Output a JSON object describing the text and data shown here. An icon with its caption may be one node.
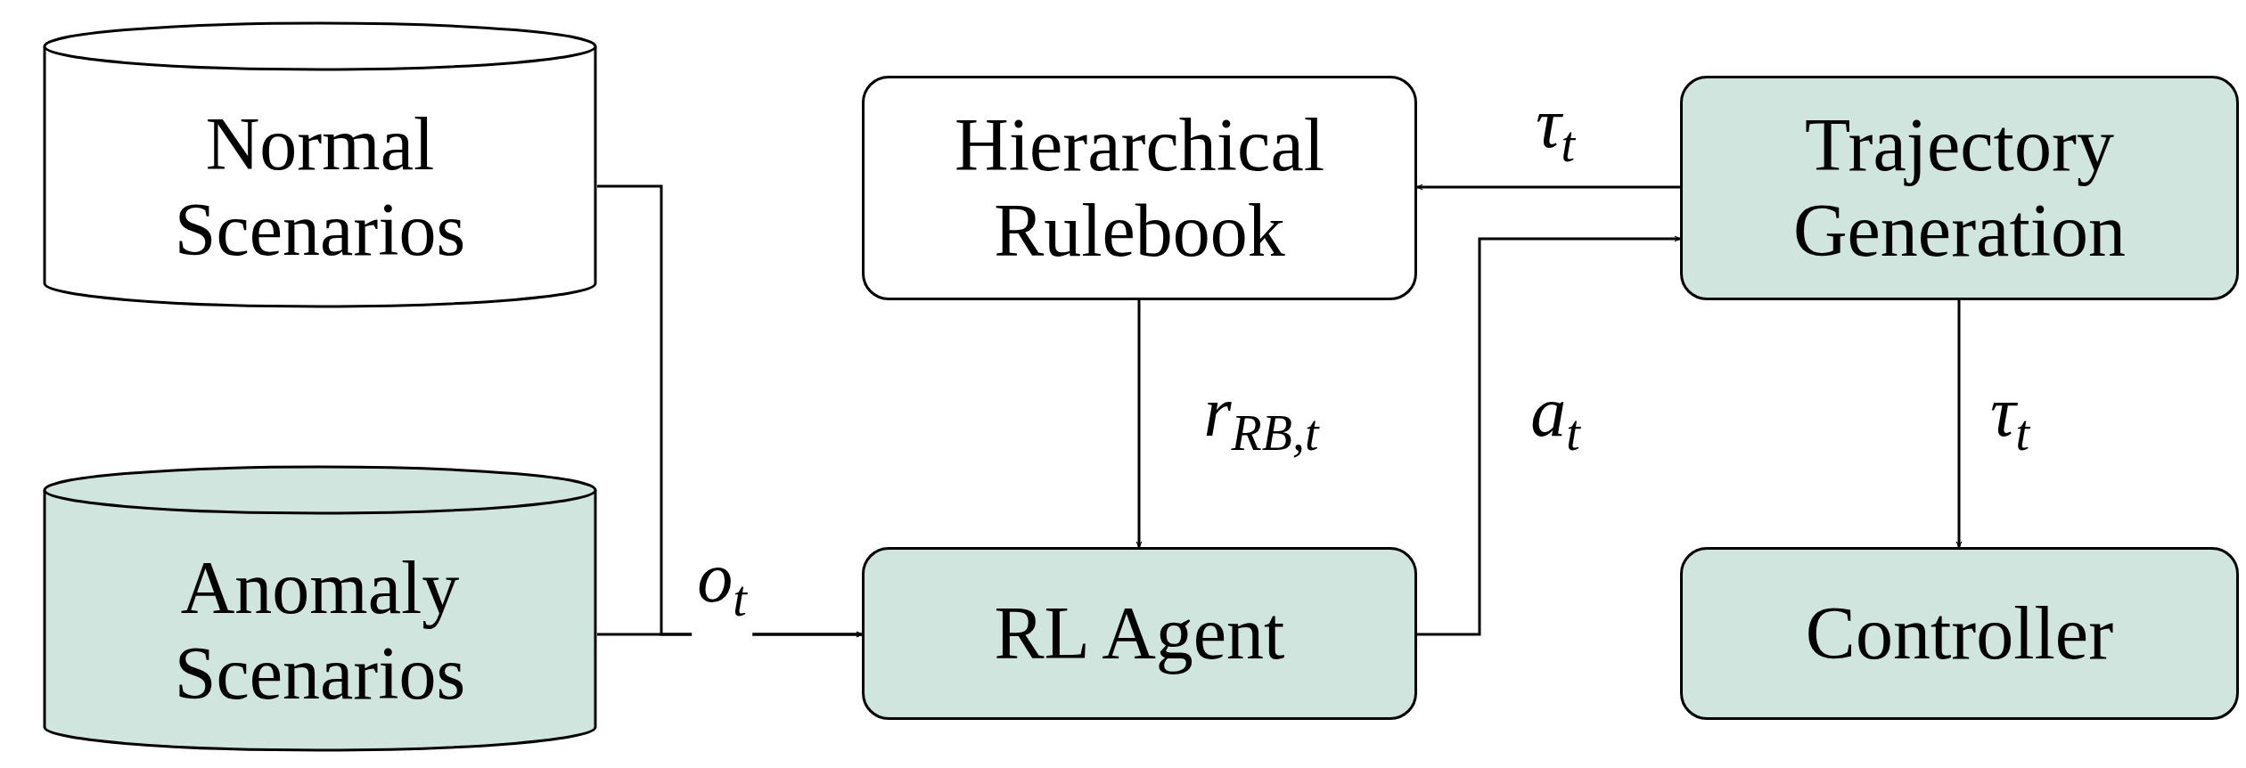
{
  "diagram": {
    "nodes": [
      {
        "text": [
          "Normal Scenarios"
        ]
      },
      {
        "text": [
          "Anomaly Scenarios"
        ]
      },
      {
        "text": [
          "Hierarchical Rulebook"
        ]
      },
      {
        "text": [
          "Trajectory Generation"
        ]
      },
      {
        "text": [
          "RL Agent"
        ]
      },
      {
        "text": [
          "Controller"
        ]
      }
    ],
    "edges": [
      {
        "from": 0,
        "to": 4,
        "arrow": "to"
      },
      {
        "from": 1,
        "to": 4,
        "arrow": "to",
        "label": "o$_{t}$"
      },
      {
        "from": 2,
        "to": 4,
        "arrow": "to",
        "label": "r$_{RB,t}$"
      },
      {
        "from": 4,
        "to": 3,
        "arrow": "to",
        "label": "a$_{t}$"
      },
      {
        "from": 3,
        "to": 2,
        "arrow": "to",
        "label": "τ$_{t}$"
      },
      {
        "from": 3,
        "to": 5,
        "arrow": "to",
        "label": "τ$_{t}$"
      }
    ]
  }
}
